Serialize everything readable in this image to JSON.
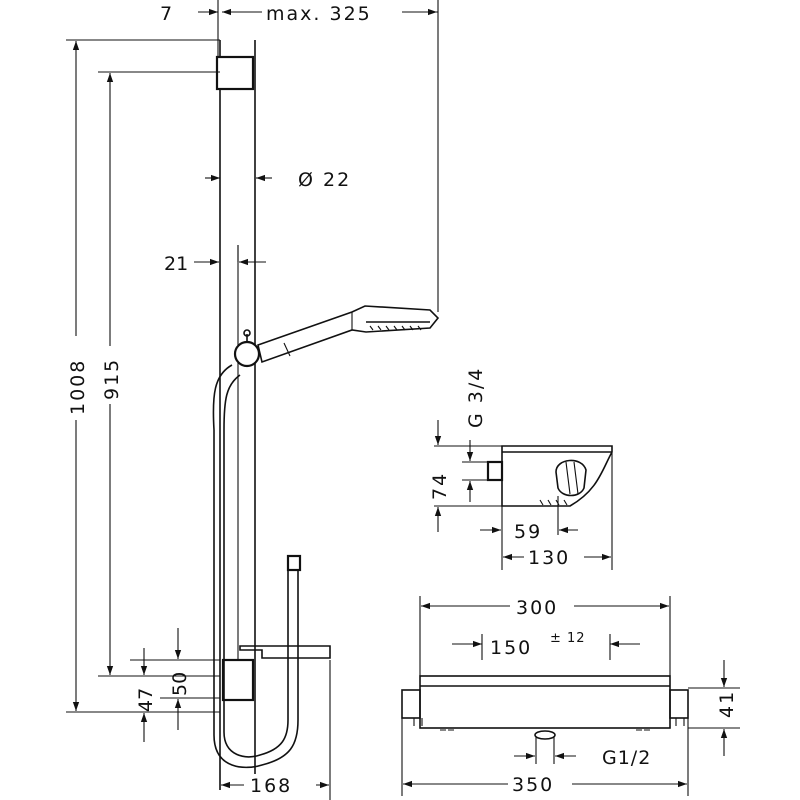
{
  "dimensions": {
    "top_offset": "7",
    "max_reach": "max. 325",
    "diameter": "Ø 22",
    "rail_offset": "21",
    "total_height": "1008",
    "rail_length": "915",
    "dim_50": "50",
    "dim_47": "47",
    "width_168": "168",
    "thread_g34": "G 3/4",
    "height_74": "74",
    "depth_59": "59",
    "depth_130": "130",
    "width_300": "300",
    "spacing_150": "150",
    "tolerance": "± 12",
    "height_41": "41",
    "thread_g12": "G1/2",
    "width_350": "350"
  }
}
